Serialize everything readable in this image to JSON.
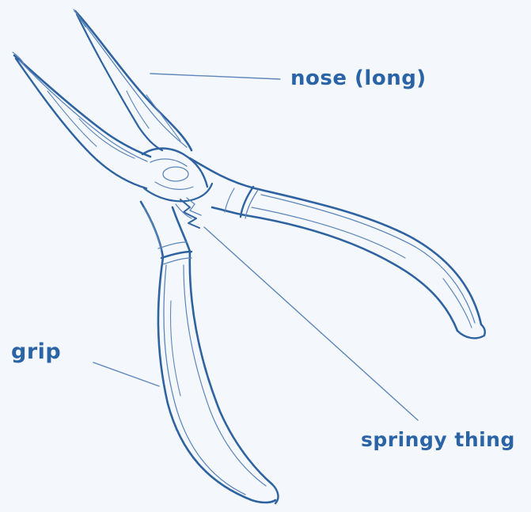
{
  "colors": {
    "background": "#f4f8fc",
    "sketch": "#2e62a0",
    "sketch_light": "#5d86bb",
    "label": "#2a63a6"
  },
  "labels": {
    "nose": "nose (long)",
    "grip": "grip",
    "spring": "springy thing"
  }
}
